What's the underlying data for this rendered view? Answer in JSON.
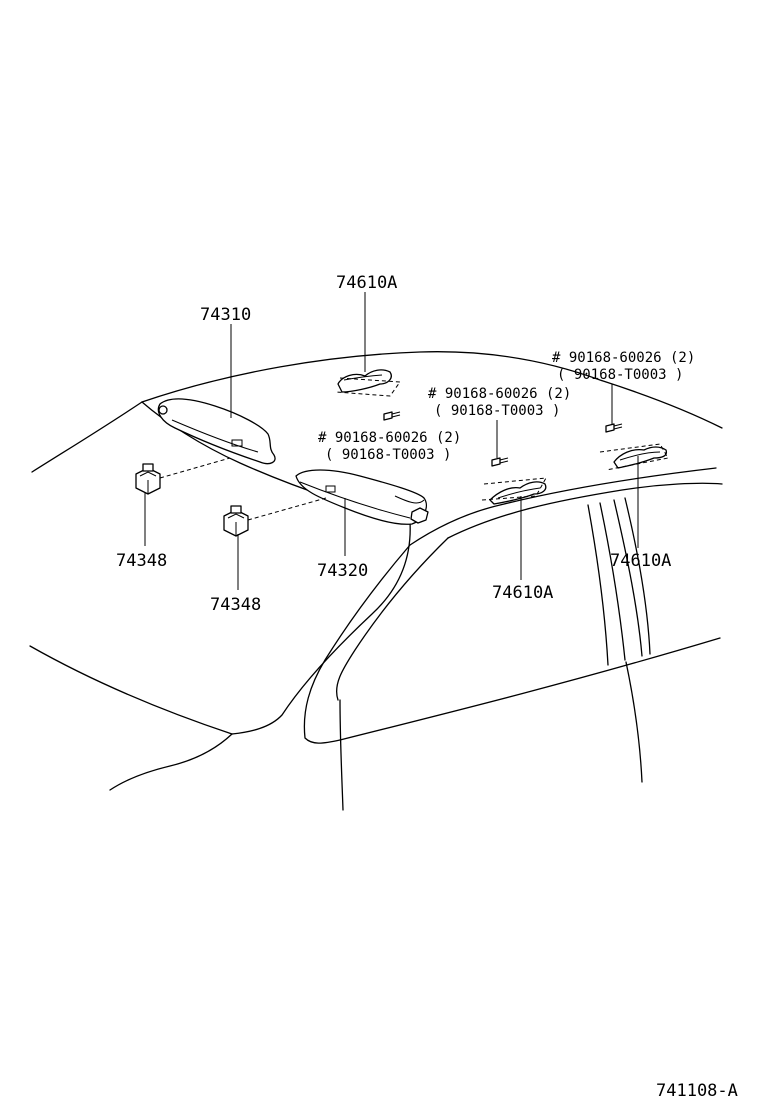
{
  "diagram": {
    "drawing_number": "741108-A",
    "parts": {
      "visor_left": "74310",
      "visor_right": "74320",
      "visor_holder_left": "74348",
      "visor_holder_right": "74348",
      "grip_front": "74610A",
      "grip_center": "74610A",
      "grip_rear": "74610A"
    },
    "screws": [
      {
        "primary": "# 90168-60026 (2)",
        "alternate": "( 90168-T0003 )"
      },
      {
        "primary": "# 90168-60026 (2)",
        "alternate": "( 90168-T0003 )"
      },
      {
        "primary": "# 90168-60026 (2)",
        "alternate": "( 90168-T0003 )"
      }
    ]
  }
}
